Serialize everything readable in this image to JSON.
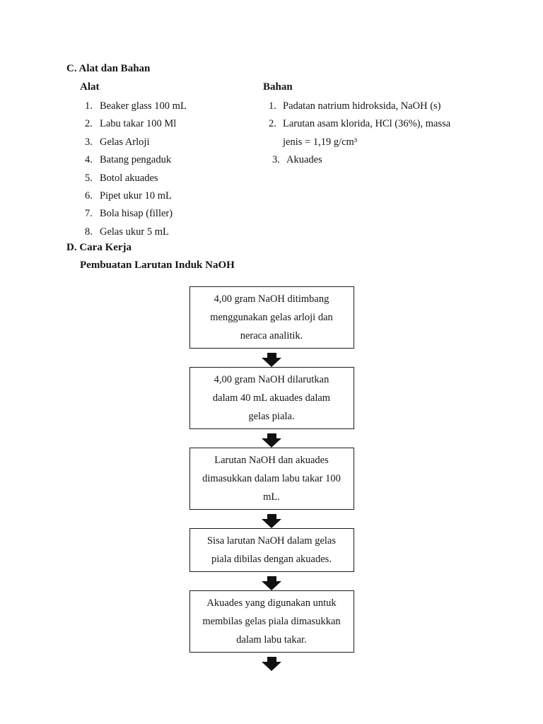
{
  "sections": {
    "alat_bahan": {
      "heading": "C. Alat dan Bahan",
      "alat": {
        "heading": "Alat",
        "items": [
          {
            "num": "1.",
            "label": "Beaker glass 100 mL"
          },
          {
            "num": "2.",
            "label": "Labu takar 100 Ml"
          },
          {
            "num": "3.",
            "label": "Gelas Arloji"
          },
          {
            "num": "4.",
            "label": "Batang pengaduk"
          },
          {
            "num": "5.",
            "label": "Botol akuades"
          },
          {
            "num": "6.",
            "label": "Pipet ukur 10 mL"
          },
          {
            "num": "7.",
            "label": "Bola hisap (filler)"
          },
          {
            "num": "8.",
            "label": "Gelas ukur 5 mL"
          }
        ]
      },
      "bahan": {
        "heading": "Bahan",
        "items": [
          {
            "num": "1.",
            "lines": [
              "Padatan natrium hidroksida, NaOH (s)"
            ]
          },
          {
            "num": "2.",
            "lines": [
              "Larutan asam klorida, HCl (36%), massa",
              "jenis = 1,19 g/cm³"
            ]
          },
          {
            "num": "3.",
            "lines": [
              "Akuades"
            ]
          }
        ]
      }
    },
    "cara_kerja": {
      "heading": "D. Cara Kerja",
      "subheading": "Pembuatan Larutan Induk NaOH",
      "steps": [
        {
          "lines": [
            "4,00 gram NaOH ditimbang",
            "menggunakan gelas arloji dan",
            "neraca analitik."
          ]
        },
        {
          "lines": [
            "4,00 gram NaOH dilarutkan",
            "dalam 40 mL akuades dalam",
            "gelas piala."
          ]
        },
        {
          "lines": [
            "Larutan NaOH dan akuades",
            "dimasukkan dalam labu takar 100",
            "mL."
          ]
        },
        {
          "lines": [
            "Sisa larutan NaOH dalam gelas",
            "piala dibilas dengan akuades."
          ]
        },
        {
          "lines": [
            "Akuades yang digunakan untuk",
            "membilas gelas piala dimasukkan",
            "dalam labu takar."
          ]
        }
      ]
    }
  }
}
